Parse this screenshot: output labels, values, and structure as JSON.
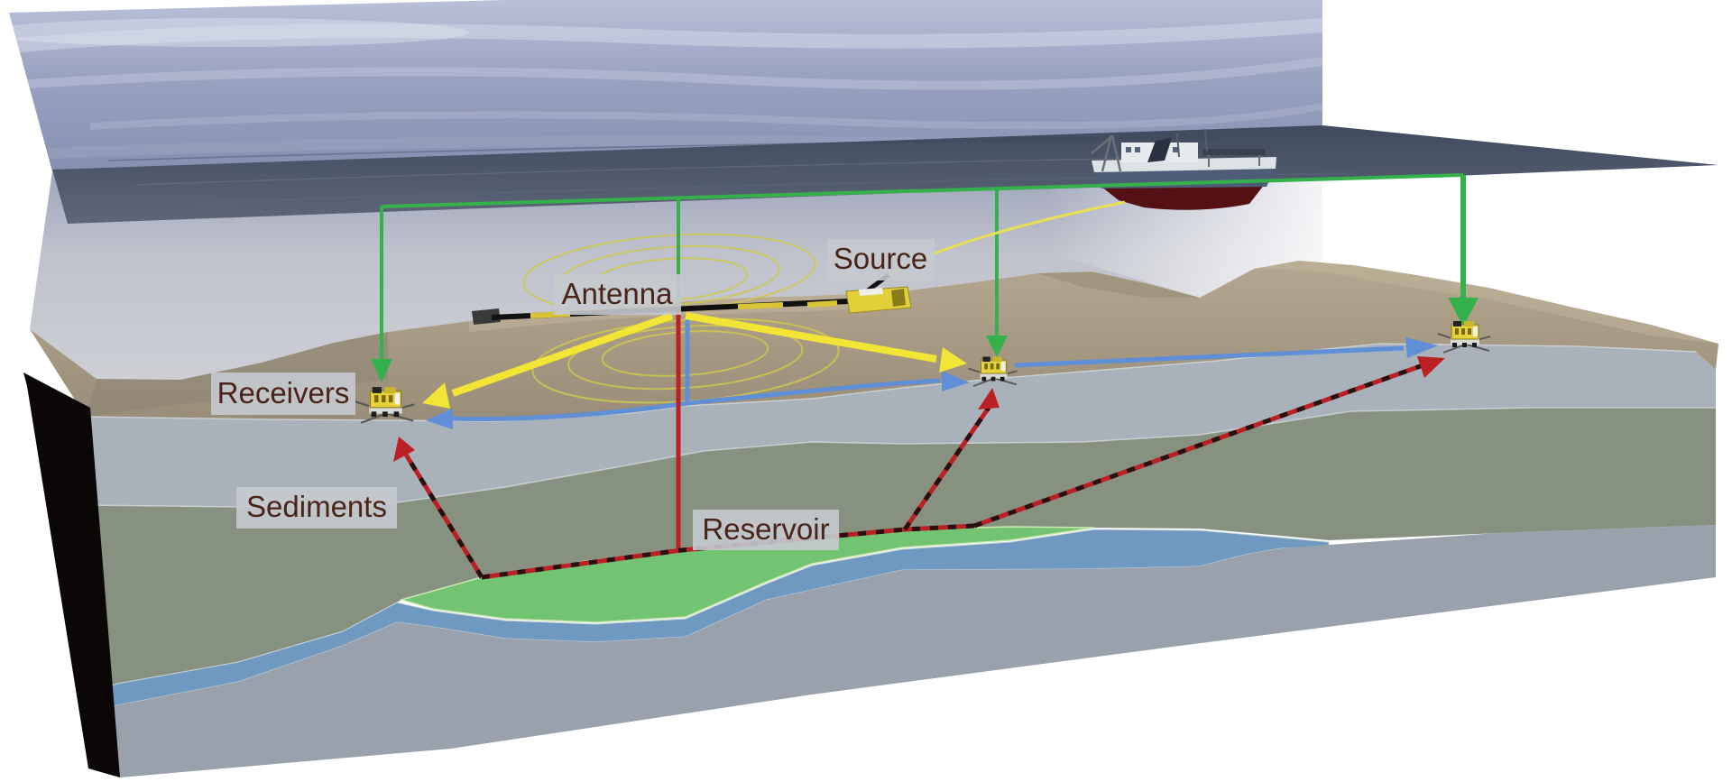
{
  "diagram": {
    "labels": {
      "receivers": "Receivers",
      "antenna": "Antenna",
      "source": "Source",
      "sediments": "Sediments",
      "reservoir": "Reservoir"
    },
    "receiver_count": 3,
    "colors": {
      "surface_path_green": "#35b14b",
      "em_field_yellow": "#f2e535",
      "field_loop_yellow": "#cfc84e",
      "reflection_red": "#bb2025",
      "direct_wave_blue": "#5f8fd6",
      "reservoir_green": "#72c472",
      "deep_blue_layer": "#6f99c0",
      "sediment_upper_gray": "#a9b2bb",
      "sediment_olive": "#879180",
      "seafloor_sand": "#ab9e88",
      "sky": "#9aa2c2",
      "sea_surface": "#465063",
      "ship_hull_red": "#551014",
      "label_text": "#4a2418",
      "label_background": "#c5cacf"
    }
  }
}
